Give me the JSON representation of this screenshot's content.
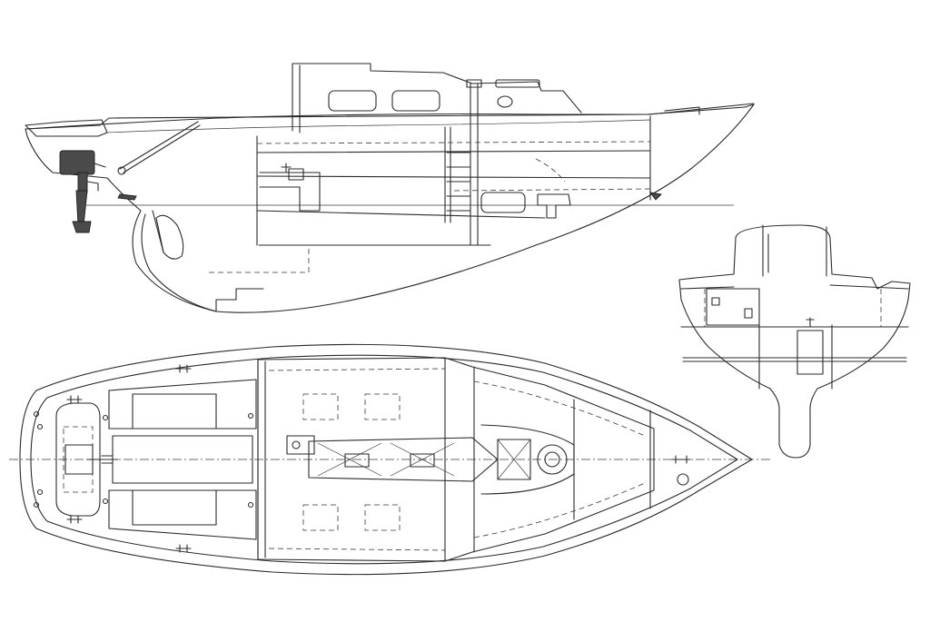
{
  "drawing": {
    "views": [
      "profile",
      "deck-plan",
      "cross-section"
    ]
  },
  "colors": {
    "line": "#2a2a2a",
    "background": "#ffffff",
    "engine": "#4a4a4a"
  }
}
